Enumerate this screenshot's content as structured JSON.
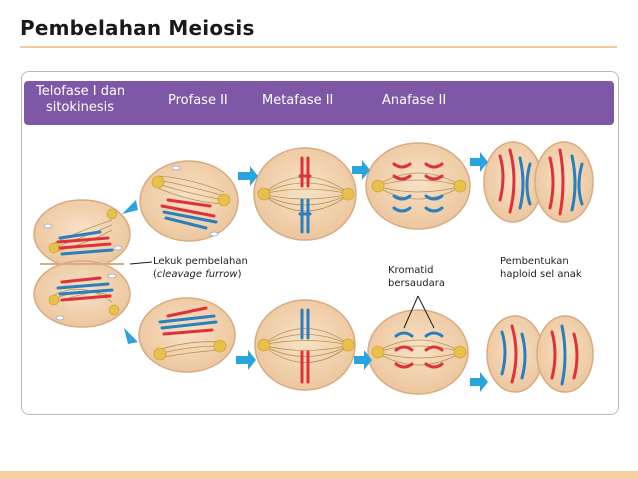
{
  "title": "Pembelahan Meiosis",
  "stages": {
    "telofase_line1": "Telofase I dan",
    "telofase_line2": "sitokinesis",
    "profase": "Profase II",
    "metafase": "Metafase II",
    "anafase": "Anafase II"
  },
  "annotations": {
    "lekuk_line1": "Lekuk pembelahan",
    "lekuk_line2": "cleavage furrow",
    "kromatid_line1": "Kromatid",
    "kromatid_line2": "bersaudara",
    "pembentukan_line1": "Pembentukan",
    "pembentukan_line2": "haploid sel anak"
  },
  "colors": {
    "accent": "#7e57a6",
    "cell_fill": "#f3d5b3",
    "cell_edge": "#d8ab82",
    "red_chromosome": "#e0303a",
    "blue_chromosome": "#2a7fbf",
    "arrow": "#2aa4dc",
    "spindle": "#b59256",
    "centrosome": "#e7c14a"
  }
}
